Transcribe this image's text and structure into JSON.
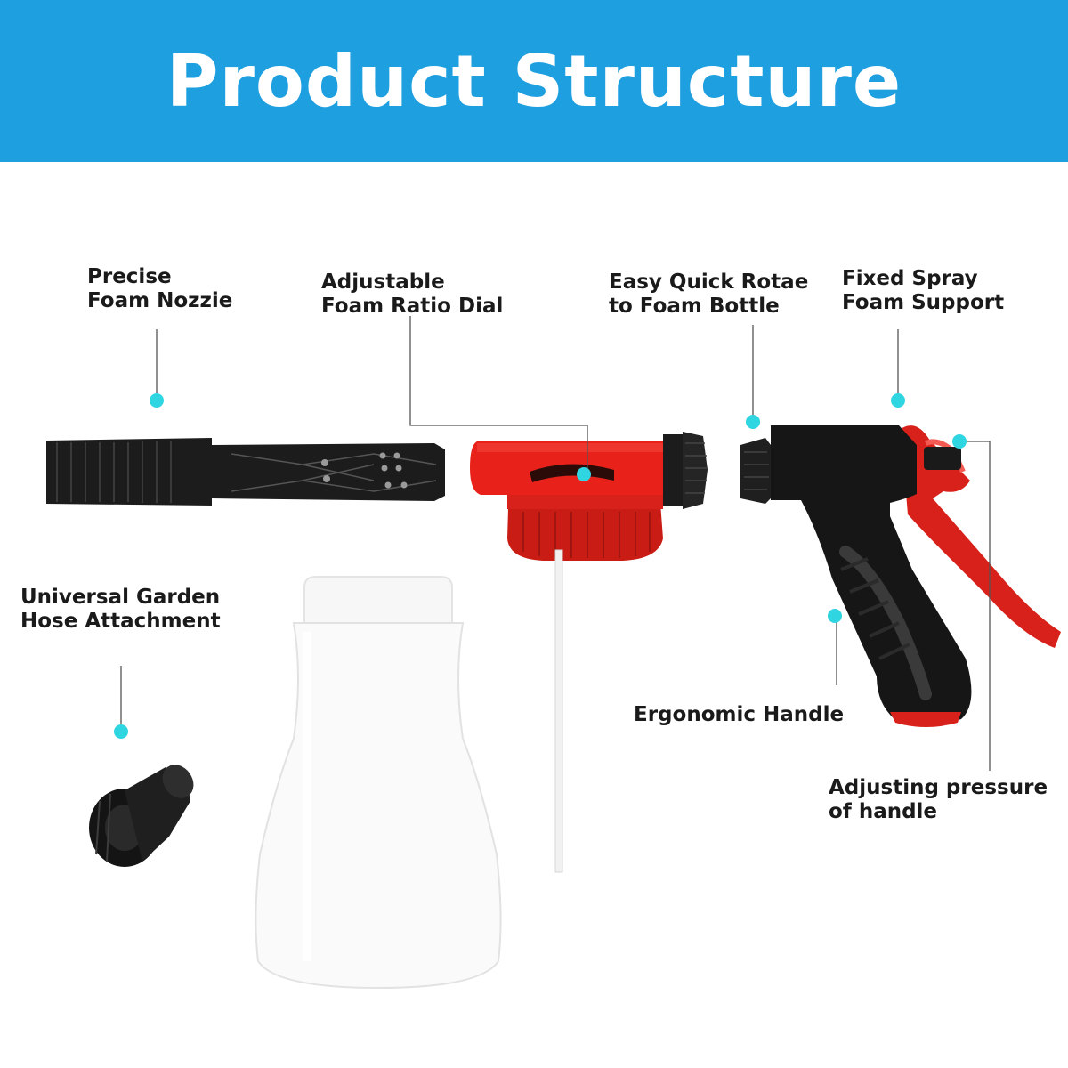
{
  "banner": {
    "title": "Product Structure"
  },
  "colors": {
    "banner": "#1e9fe0",
    "marker": "#2fd5e0",
    "red_part": "#e8221a",
    "black_part": "#1c1c1c",
    "bottle": "#fafafa"
  },
  "labels": {
    "nozzle": {
      "line1": "Precise",
      "line2": "Foam Nozzie"
    },
    "dial": {
      "line1": "Adjustable",
      "line2": "Foam Ratio Dial"
    },
    "rotate": {
      "line1": "Easy Quick Rotae",
      "line2": "to Foam Bottle"
    },
    "support": {
      "line1": "Fixed Spray",
      "line2": "Foam Support"
    },
    "hose": {
      "line1": "Universal Garden",
      "line2": "Hose Attachment"
    },
    "handle": {
      "line1": "Ergonomic Handle"
    },
    "pressure": {
      "line1": "Adjusting pressure",
      "line2": "of handle"
    }
  }
}
